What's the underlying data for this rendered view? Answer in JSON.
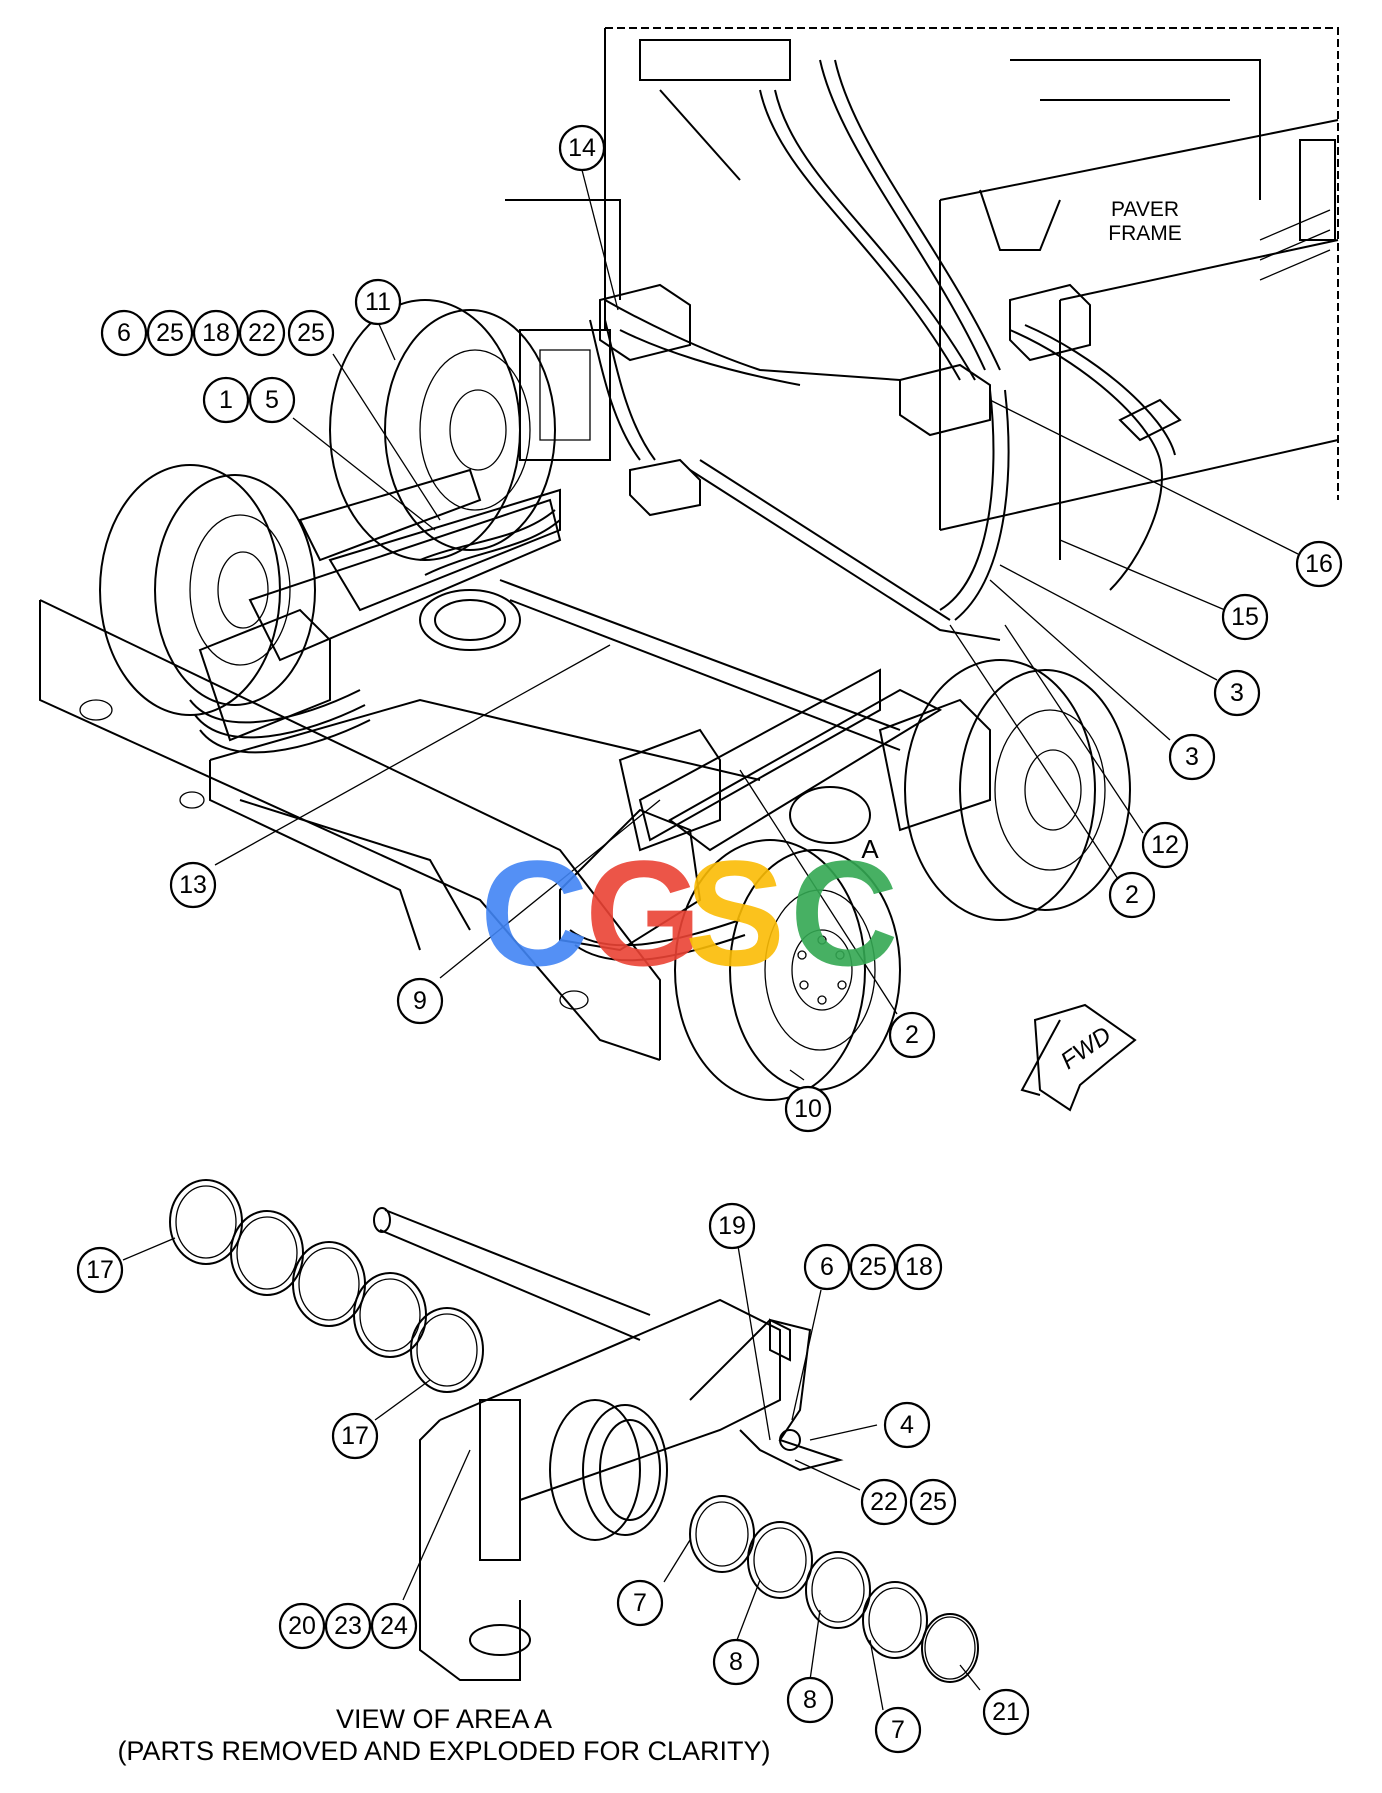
{
  "labels": {
    "paver_frame": [
      "PAVER",
      "FRAME"
    ],
    "fwd": "FWD",
    "area_marker": "A",
    "view_caption": [
      "VIEW OF AREA A",
      "(PARTS REMOVED AND EXPLODED FOR CLARITY)"
    ]
  },
  "watermark": {
    "letters": [
      "C",
      "G",
      "S",
      "C"
    ],
    "colors": [
      "#4285F4",
      "#EA4335",
      "#FBBC05",
      "#34A853"
    ]
  },
  "callouts": {
    "c14": "14",
    "c11": "11",
    "c6a": "6",
    "c25a": "25",
    "c18a": "18",
    "c22a": "22",
    "c25b": "25",
    "c1": "1",
    "c5": "5",
    "c16": "16",
    "c15": "15",
    "c3a": "3",
    "c3b": "3",
    "c12": "12",
    "c2a": "2",
    "c2b": "2",
    "c13": "13",
    "c9": "9",
    "c10": "10",
    "c17a": "17",
    "c17b": "17",
    "c19": "19",
    "c6b": "6",
    "c25c": "25",
    "c18b": "18",
    "c4": "4",
    "c22b": "22",
    "c25d": "25",
    "c7a": "7",
    "c8a": "8",
    "c8b": "8",
    "c7b": "7",
    "c21": "21",
    "c20": "20",
    "c23": "23",
    "c24": "24"
  }
}
